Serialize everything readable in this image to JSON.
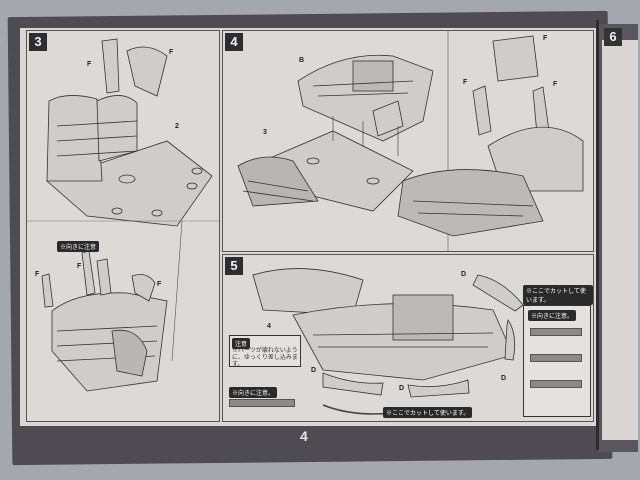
{
  "page": {
    "page_number": "4",
    "next_step": "6"
  },
  "steps": [
    {
      "id": "step3",
      "number": "3"
    },
    {
      "id": "step4",
      "number": "4"
    },
    {
      "id": "step5",
      "number": "5"
    }
  ],
  "step3_labels": {
    "part_f_top_left": "F",
    "part_f_top_right": "F",
    "callout_2": "2",
    "part_f_lower_left": "F",
    "part_f_lower_mid": "F",
    "part_f_lower_right": "F",
    "note_pill": "※向きに注意"
  },
  "step4_labels": {
    "part_b": "B",
    "callout_3": "3",
    "part_f_left": "F",
    "part_f_right": "F",
    "part_f_top": "F"
  },
  "step5_labels": {
    "callout_4": "4",
    "part_d_top": "D",
    "part_d_left": "D",
    "part_d_mid": "D",
    "part_d_right": "D",
    "note_title": "注意",
    "note_text": "※パーツが壊れないように、ゆっくり差し込みます。",
    "pill_direction": "※向きに注意。",
    "pill_cut_left": "※ここでカットして使います。",
    "pill_cut_top": "※ここでカットして使います。",
    "pill_direction_right": "※向きに注意。"
  }
}
